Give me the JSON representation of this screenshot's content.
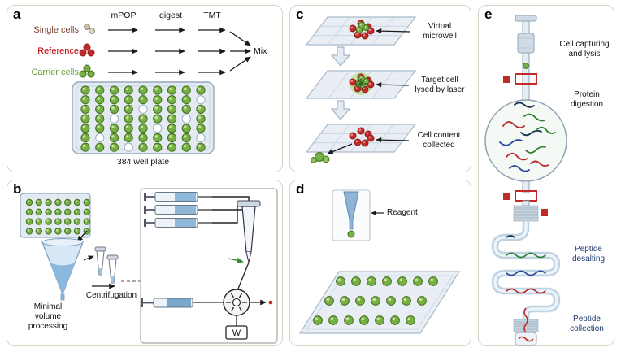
{
  "panels": {
    "a": {
      "letter": "a",
      "headers": [
        "mPOP",
        "digest",
        "TMT"
      ],
      "rows": [
        {
          "label": "Single cells"
        },
        {
          "label": "Reference"
        },
        {
          "label": "Carrier cells"
        }
      ],
      "mix": "Mix",
      "plate_caption": "384 well plate",
      "plate_empty_wells": [
        [
          1,
          8
        ],
        [
          2,
          4
        ],
        [
          3,
          2
        ],
        [
          3,
          7
        ],
        [
          4,
          5
        ],
        [
          5,
          1
        ],
        [
          5,
          8
        ],
        [
          6,
          3
        ]
      ]
    },
    "b": {
      "letter": "b",
      "labels": {
        "minimal_volume": "Minimal\nvolume\nprocessing",
        "centrifugation": "Centrifugation",
        "waste": "W"
      }
    },
    "c": {
      "letter": "c",
      "annotations": [
        "Virtual\nmicrowell",
        "Target cell\nlysed by laser",
        "Cell content\ncollected"
      ]
    },
    "d": {
      "letter": "d",
      "reagent": "Reagent"
    },
    "e": {
      "letter": "e",
      "steps": [
        "Cell capturing\nand lysis",
        "Protein\ndigestion",
        "Peptide\ndesalting",
        "Peptide\ncollection"
      ]
    }
  },
  "colors": {
    "carrier_green": "#76b043",
    "carrier_green_edge": "#44701f",
    "reference_red": "#c22a2a",
    "reference_red_edge": "#8d1c1c",
    "plate_fill": "#e3eaf2",
    "plate_stroke": "#93a9bf",
    "panel_border": "#d9d3c3",
    "desalt_blue": "#1f3a6e",
    "single_cell_brown": "#7b4430"
  }
}
